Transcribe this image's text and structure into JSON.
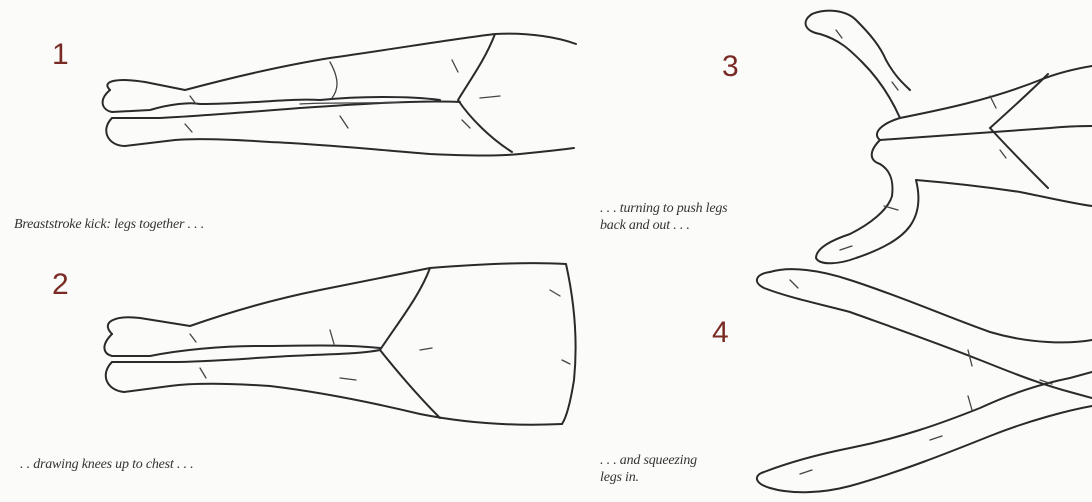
{
  "steps": [
    {
      "number": "1",
      "caption": "Breaststroke kick: legs together . . ."
    },
    {
      "number": "2",
      "caption": ". . drawing knees up to chest . . ."
    },
    {
      "number": "3",
      "caption": ". . . turning to push legs\nback and out . . ."
    },
    {
      "number": "4",
      "caption": ". . . and squeezing\nlegs in."
    }
  ],
  "colors": {
    "number": "#7a2a24",
    "line": "#2a2a2a",
    "caption": "#333333"
  }
}
